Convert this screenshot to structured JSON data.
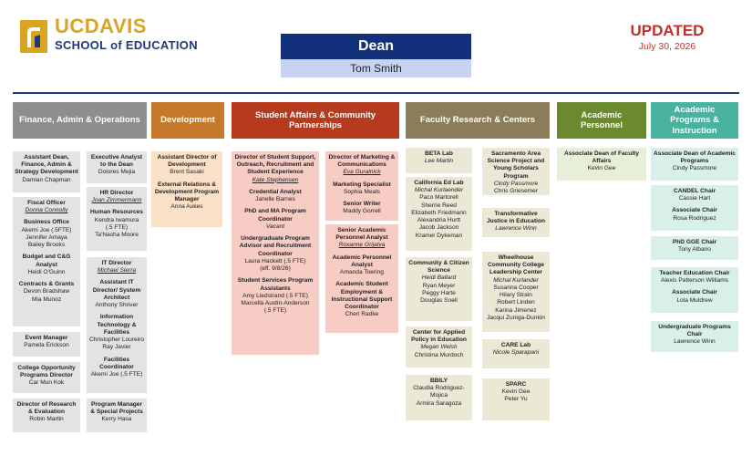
{
  "header": {
    "logo_uc": "UC",
    "logo_davis": "DAVIS",
    "logo_school": "SCHOOL of EDUCATION",
    "dean_title": "Dean",
    "dean_name": "Tom Smith",
    "updated_label": "UPDATED",
    "updated_date": "July 30, 2026"
  },
  "colors": {
    "finance": "#8e8e8e",
    "development": "#c47a2a",
    "student_affairs": "#b53a1e",
    "faculty_research": "#8b7d5a",
    "academic_personnel": "#6b8a2e",
    "academic_programs": "#4ab3a0",
    "navy": "#13307a"
  },
  "departments": {
    "finance": "Finance, Admin & Operations",
    "development": "Development",
    "student_affairs": "Student Affairs & Community Partnerships",
    "faculty_research": "Faculty Research & Centers",
    "academic_personnel": "Academic Personnel",
    "academic_programs": "Academic Programs & Instruction"
  },
  "finance": {
    "b1": {
      "title": "Assistant Dean, Finance, Admin & Strategy Development",
      "name": "Damian Chapman"
    },
    "b2": {
      "fo_title": "Fiscal Officer",
      "fo_name": "Donna Connolly",
      "bo_title": "Business Office",
      "bo_n1": "Akemi Joe (.5FTE)",
      "bo_n2": "Jennifer Amaya",
      "bo_n3": "Bailey Brooks",
      "bcg_title": "Budget and C&G Analyst",
      "bcg_name": "Heidi O'Guinn",
      "cg_title": "Contracts & Grants",
      "cg_n1": "Devon Bradshaw",
      "cg_n2": "Mia Munoz"
    },
    "b3": {
      "title": "Event Manager",
      "name": "Pamela Erickson"
    },
    "b4": {
      "title": "College Opportunity Programs Director",
      "name": "Car Mun Kok"
    },
    "b5": {
      "title": "Director of Research & Evaluation",
      "name": "Robin Martin"
    },
    "c1": {
      "title": "Executive Analyst to the Dean",
      "name": "Dolores Mejia"
    },
    "c2": {
      "hr_title": "HR Director",
      "hr_name": "Joan Zimmermann",
      "hrr_title": "Human Resources",
      "hrr_n1": "Kendra Iwamura",
      "hrr_n2": "(.5 FTE)",
      "hrr_n3": "Ta'Nasha Moore"
    },
    "c3": {
      "it_title": "IT Director",
      "it_name": "Michael Sierra",
      "ait_title": "Assistant IT Director/ System Architect",
      "ait_name": "Anthony Shriver",
      "itf_title": "Information Technology & Facilities",
      "itf_n1": "Christopher Loureiro",
      "itf_n2": "Ray Javier",
      "fc_title": "Facilities Coordinator",
      "fc_name": "Akemi Joe (.5 FTE)"
    },
    "c4": {
      "title": "Program Manager & Special Projects",
      "name": "Kerry Hasa"
    }
  },
  "development": {
    "title1": "Assistant Director of Development",
    "name1": "Brent Sasaki",
    "title2": "External Relations & Development Program Manager",
    "name2": "Anna Aukes"
  },
  "student_affairs": {
    "a": {
      "t1": "Director of Student Support, Outreach, Recruitment and Student Experience",
      "n1": "Kate Stephensen",
      "t2": "Credential Analyst",
      "n2": "Janelle Barnes",
      "t3": "PhD and MA Program Coordinator",
      "n3": "Vacant",
      "t4": "Undergraduate Program Advisor and Recruitment Coordinator",
      "n4a": "Laura Hackett  (.5 FTE)",
      "n4b": "(eff. 9/8/26)",
      "t5": "Student Services Program Assistants",
      "n5a": "Amy Liedstrand (.5 FTE)",
      "n5b": "Marcella Austin-Anderson",
      "n5c": "(.5 FTE)"
    },
    "b": {
      "t1": "Director of Marketing & Communications",
      "n1": "Eva Guralnick",
      "t2": "Marketing Specialist",
      "n2": "Sophia Meals",
      "t3": "Senior Writer",
      "n3": "Maddy Gorrell"
    },
    "c": {
      "t1": "Senior Academic Personnel Analyst",
      "n1": "Roxanne Grijalva",
      "t2": "Academic Personnel Analyst",
      "n2": "Amanda Toering",
      "t3": "Academic Student Employment & Instructional Support Coordinator",
      "n3": "Cheri Radke"
    }
  },
  "faculty_research": {
    "beta": {
      "title": "BETA Lab",
      "name": "Lee Martin"
    },
    "cel": {
      "title": "California Ed Lab",
      "lead": "Michal Kurlaender",
      "n1": "Paco Martorell",
      "n2": "Sherrie Reed",
      "n3": "Elizabeth Friedmann",
      "n4": "Alexandria Hurtt",
      "n5": "Jacob Jackson",
      "n6": "Kramer Dykeman"
    },
    "ccs": {
      "title": "Community & Citizen Science",
      "lead": "Heidi Ballard",
      "n1": "Ryan Meyer",
      "n2": "Peggy Harte",
      "n3": "Douglas Snell"
    },
    "capp": {
      "title": "Center for Applied Policy in Education",
      "lead": "Megan Welsh",
      "n1": "Christina Murdoch"
    },
    "bbily": {
      "title": "BBILY",
      "n1": "Claudia Rodriguez-Mojica",
      "n2": "Armira Saragoza"
    },
    "sac": {
      "title": "Sacramento Area Science Project and Young Scholars Program",
      "lead": "Cindy Passmore",
      "n1": "Chris Griesemer"
    },
    "tje": {
      "title": "Transformative Justice in Education",
      "lead": "Lawrence Winn"
    },
    "wcc": {
      "title": "Wheelhouse Community College Leadership Center",
      "lead": "Michal Kurlander",
      "n1": "Susanna Cooper",
      "n2": "Hilary Strain",
      "n3": "Robert Linden",
      "n4": "Karina Jimenez",
      "n5": "Jacqui Zuniga-Dunkin"
    },
    "care": {
      "title": "CARE Lab",
      "lead": "Nicole Sparapani"
    },
    "sparc": {
      "title": "SPARC",
      "n1": "Kevin Gee",
      "n2": "Peter Yu"
    }
  },
  "academic_personnel": {
    "title": "Associate Dean of Faculty Affairs",
    "name": "Kevin Gee"
  },
  "academic_programs": {
    "b1": {
      "title": "Associate Dean of Academic Programs",
      "name": "Cindy Passmore"
    },
    "b2": {
      "t1": "CANDEL Chair",
      "n1": "Cassie Hart",
      "t2": "Associate Chair",
      "n2": "Rosa Rodriguez"
    },
    "b3": {
      "title": "PhD GGE Chair",
      "name": "Tony Albano"
    },
    "b4": {
      "t1": "Teacher Education Chair",
      "n1": "Alexis Patterson Williams",
      "t2": "Associate Chair",
      "n2": "Lola Muldrew"
    },
    "b5": {
      "title": "Undergraduate Programs Chair",
      "name": "Lawrence Winn"
    }
  }
}
